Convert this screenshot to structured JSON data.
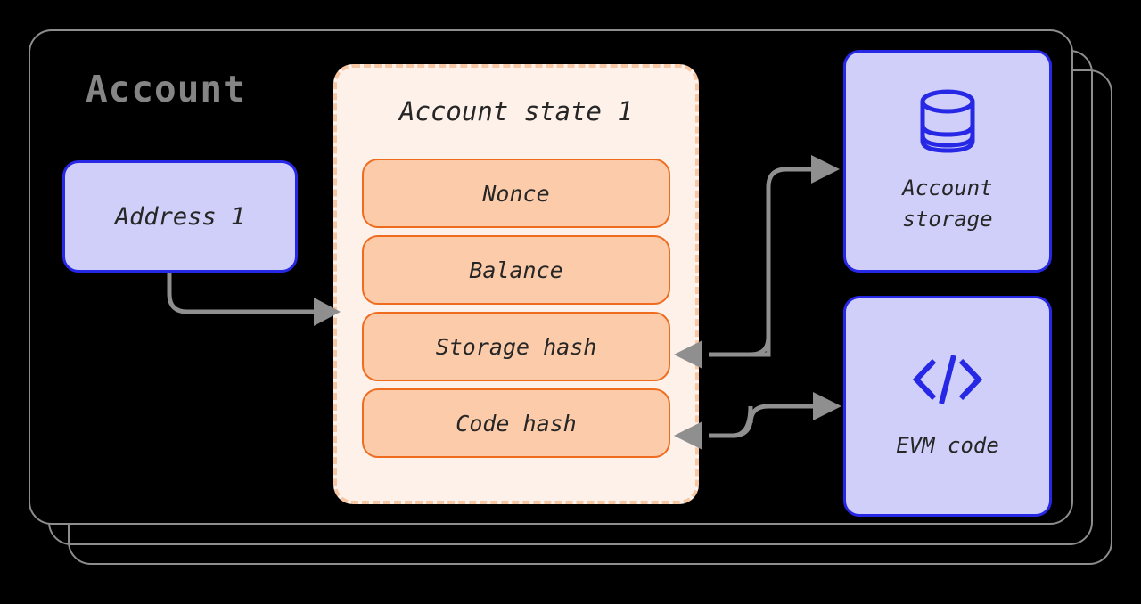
{
  "diagram": {
    "title": "Account",
    "title_color": "#858585",
    "frame_color": "#8d8d8d",
    "background": "#000000",
    "stacked_frames": 3
  },
  "address": {
    "label": "Address 1",
    "fill": "#cfcffa",
    "border": "#2727e6"
  },
  "account_state": {
    "title": "Account state 1",
    "panel_fill": "#fdf1ea",
    "panel_border": "#f7c7a4",
    "field_fill": "#fccbaa",
    "field_border": "#ef6c1f",
    "fields": [
      {
        "label": "Nonce"
      },
      {
        "label": "Balance"
      },
      {
        "label": "Storage hash"
      },
      {
        "label": "Code hash"
      }
    ]
  },
  "external": [
    {
      "id": "account-storage",
      "icon": "database-icon",
      "line1": "Account",
      "line2": "storage",
      "fill": "#cfcffa",
      "border": "#2727e6"
    },
    {
      "id": "evm-code",
      "icon": "code-icon",
      "line1": "EVM code",
      "line2": "",
      "fill": "#cfcffa",
      "border": "#2727e6"
    }
  ],
  "connectors": {
    "color": "#8f8f8f",
    "edges": [
      {
        "from": "address-box",
        "to": "account-state-panel"
      },
      {
        "from": "storage-hash-field",
        "to": "account-storage"
      },
      {
        "from": "account-storage",
        "to": "storage-hash-field"
      },
      {
        "from": "code-hash-field",
        "to": "evm-code"
      },
      {
        "from": "evm-code",
        "to": "code-hash-field"
      }
    ]
  }
}
